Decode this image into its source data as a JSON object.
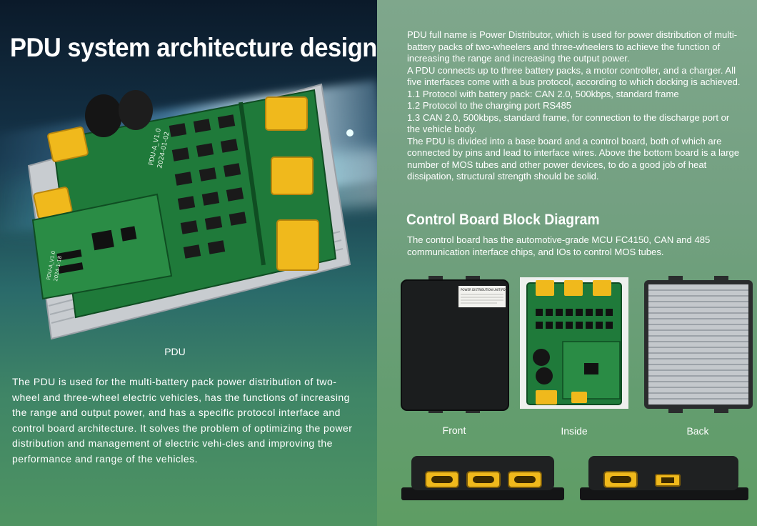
{
  "page": {
    "title": "PDU system architecture design",
    "board_caption": "PDU",
    "left_description": "The PDU is used for the multi-battery pack power distribution of two-wheel and three-wheel electric vehicles, has the functions of increasing the range and output power, and has a specific protocol interface and control board architecture. It solves the problem of optimizing the power distribution and management of electric vehi-cles and improving the performance and range of the vehicles."
  },
  "intro": {
    "paragraphs": [
      "PDU full name is Power Distributor, which is used for power distribution of multi-battery packs of two-wheelers and three-wheelers to achieve the function of increasing the range and increasing the output power.",
      "A PDU connects up to three battery packs, a motor controller, and a charger. All five interfaces come with a bus protocol, according to which docking is achieved.",
      "1.1 Protocol with battery pack: CAN 2.0, 500kbps, standard frame",
      "1.2 Protocol to the charging port RS485",
      "1.3 CAN 2.0, 500kbps, standard frame, for connection to the discharge port or the vehicle body.",
      "The PDU is divided into a base board and a control board, both of which are connected by pins and lead to interface wires. Above the bottom board is a large number of MOS tubes and other power devices, to do a good job of heat dissipation, structural strength should be solid."
    ]
  },
  "control_board": {
    "title": "Control Board Block Diagram",
    "description": "The control board has the automotive-grade MCU FC4150, CAN and 485 communication interface chips, and IOs to control MOS tubes."
  },
  "views": {
    "front": "Front",
    "inside": "Inside",
    "back": "Back"
  },
  "photo_details": {
    "board_silk_1": "PDU-A_V1.0",
    "board_silk_2": "2024-01-02",
    "board_silk_3": "PDU-A_V1.0",
    "board_silk_4": "2024-1-18",
    "label_title": "POWER DISTRIBUTION UNIT(PDU)"
  },
  "colors": {
    "connector_yellow": "#f0b91c",
    "pcb_green": "#1f7a3a",
    "case_black": "#1b1d1e"
  }
}
